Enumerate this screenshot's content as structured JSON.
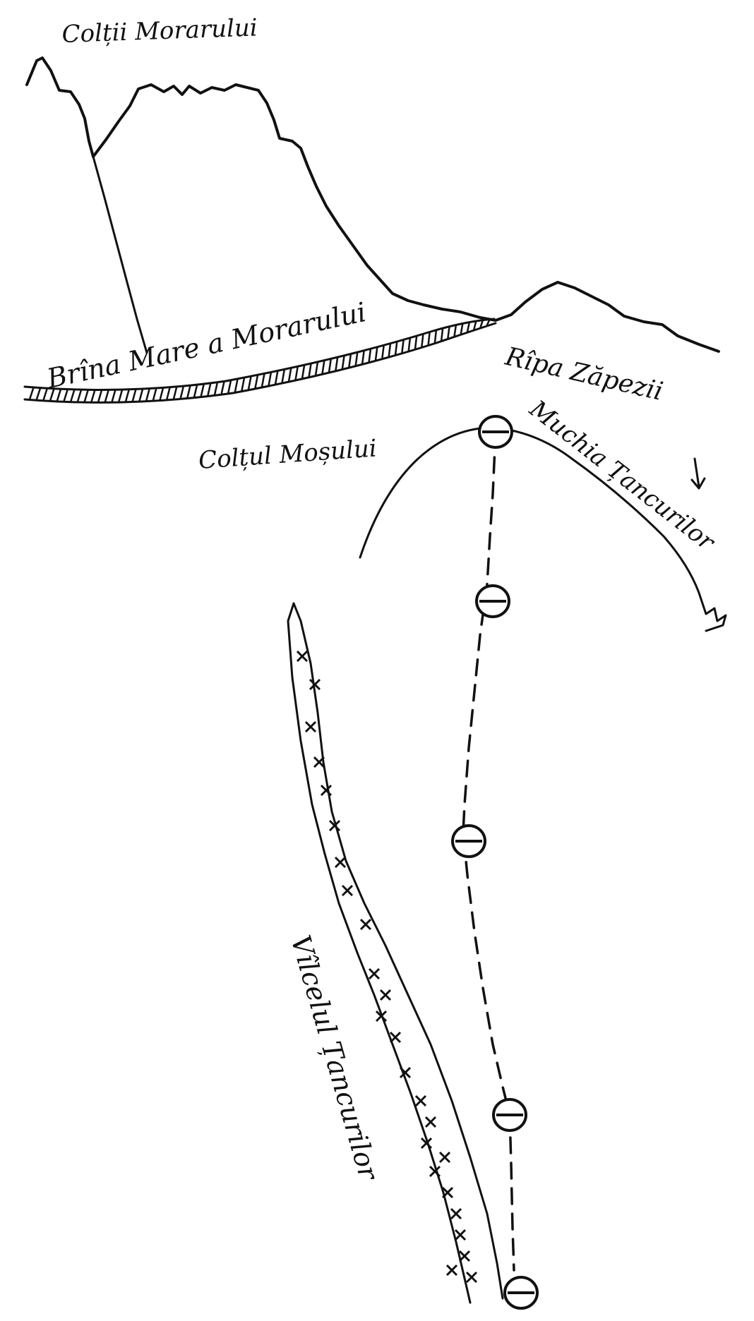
{
  "labels": {
    "coltii_morarului": "Colții Morarului",
    "brina_mare": "Brîna Mare a Morarului",
    "ripa_zapezii": "Rîpa Zăpezii",
    "muchia_tancurilor": "Muchia Țancurilor",
    "coltul_mosului": "Colțul Moșului",
    "vilcelul_tancurilor": "Vîlcelul Țancurilor"
  },
  "colors": {
    "ink": "#111111",
    "paper": "#ffffff"
  },
  "icons": {
    "route_marker": "circle-with-horizontal-bar",
    "scree_mark": "x-cross",
    "direction_arrow": "arrow-down"
  }
}
